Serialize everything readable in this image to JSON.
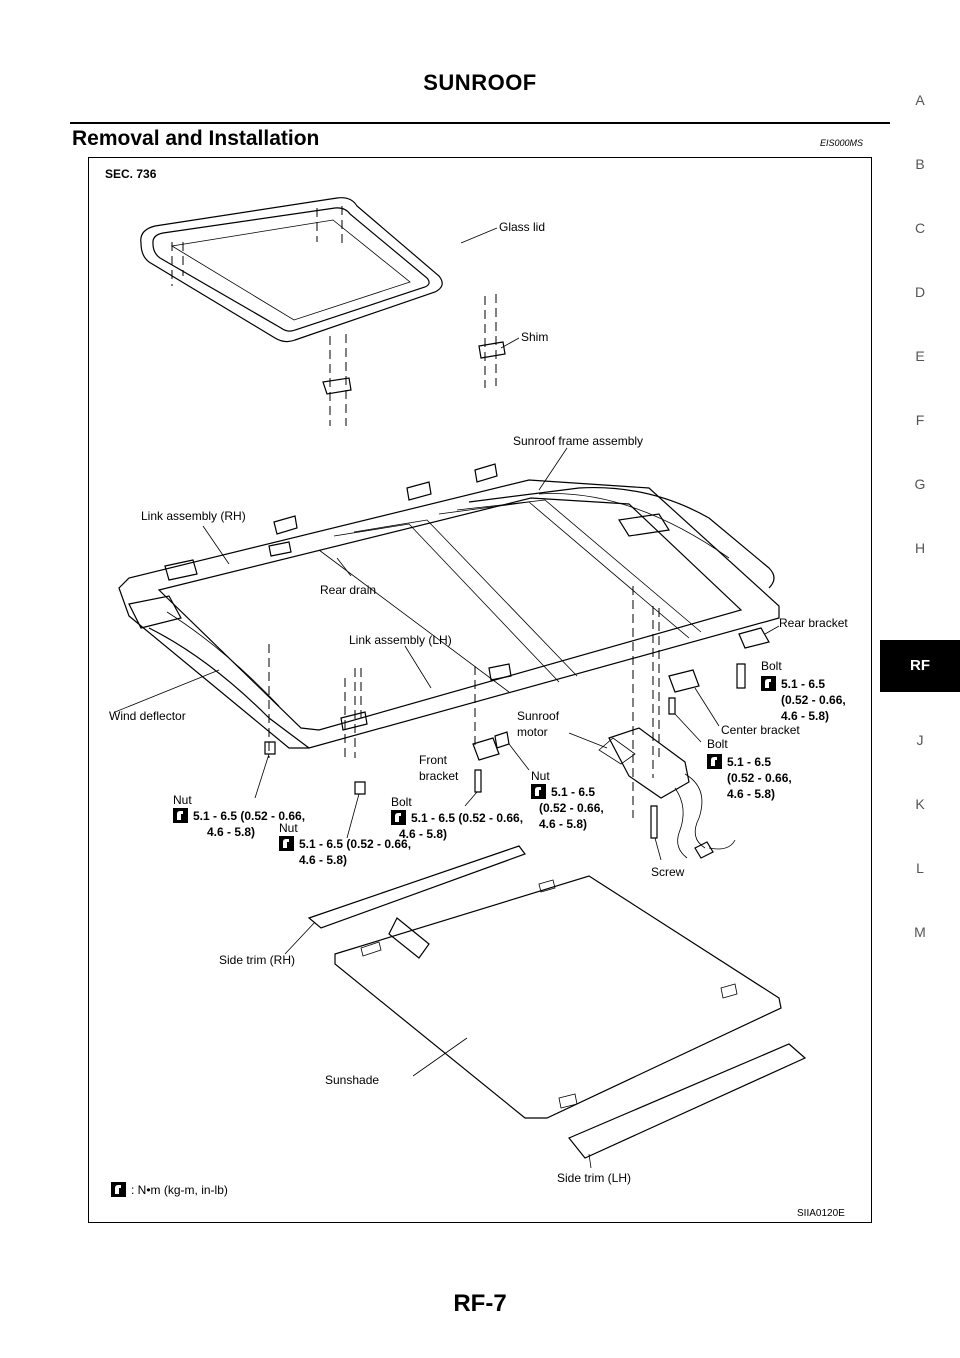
{
  "header": {
    "title": "SUNROOF"
  },
  "section": {
    "heading": "Removal and Installation",
    "code": "EIS000MS"
  },
  "side_index": {
    "letters": [
      "A",
      "B",
      "C",
      "D",
      "E",
      "F",
      "G",
      "H",
      "RF",
      "J",
      "K",
      "L",
      "M"
    ],
    "active": "RF"
  },
  "figure": {
    "sec": "SEC. 736",
    "figure_id": "SIIA0120E",
    "legend": ": N•m (kg-m, in-lb)",
    "labels": {
      "glass_lid": "Glass lid",
      "shim": "Shim",
      "sunroof_frame_assembly": "Sunroof frame assembly",
      "link_assembly_rh": "Link assembly (RH)",
      "rear_drain": "Rear drain",
      "link_assembly_lh": "Link assembly (LH)",
      "rear_bracket": "Rear bracket",
      "wind_deflector": "Wind deflector",
      "center_bracket": "Center bracket",
      "sunroof_motor_1": "Sunroof",
      "sunroof_motor_2": "motor",
      "front_bracket_1": "Front",
      "front_bracket_2": "bracket",
      "screw": "Screw",
      "side_trim_rh": "Side trim (RH)",
      "sunshade": "Sunshade",
      "side_trim_lh": "Side trim (LH)"
    },
    "torques": {
      "bolt_rear": {
        "name": "Bolt",
        "line1": "5.1 - 6.5",
        "line2": "(0.52 - 0.66,",
        "line3": "4.6 - 5.8)"
      },
      "bolt_center": {
        "name": "Bolt",
        "line1": "5.1 - 6.5",
        "line2": "(0.52 - 0.66,",
        "line3": "4.6 - 5.8)"
      },
      "nut_motor": {
        "name": "Nut",
        "line1": "5.1 - 6.5",
        "line2": "(0.52 - 0.66,",
        "line3": "4.6 - 5.8)"
      },
      "nut_left": {
        "name": "Nut",
        "line1": "5.1 - 6.5 (0.52 - 0.66,",
        "line2": "4.6 - 5.8)"
      },
      "nut_mid": {
        "name": "Nut",
        "line1": "5.1 - 6.5 (0.52 - 0.66,",
        "line2": "4.6 - 5.8)"
      },
      "bolt_front": {
        "name": "Bolt",
        "line1": "5.1 - 6.5 (0.52 - 0.66,",
        "line2": "4.6 - 5.8)"
      }
    }
  },
  "footer": {
    "page_number": "RF-7"
  }
}
